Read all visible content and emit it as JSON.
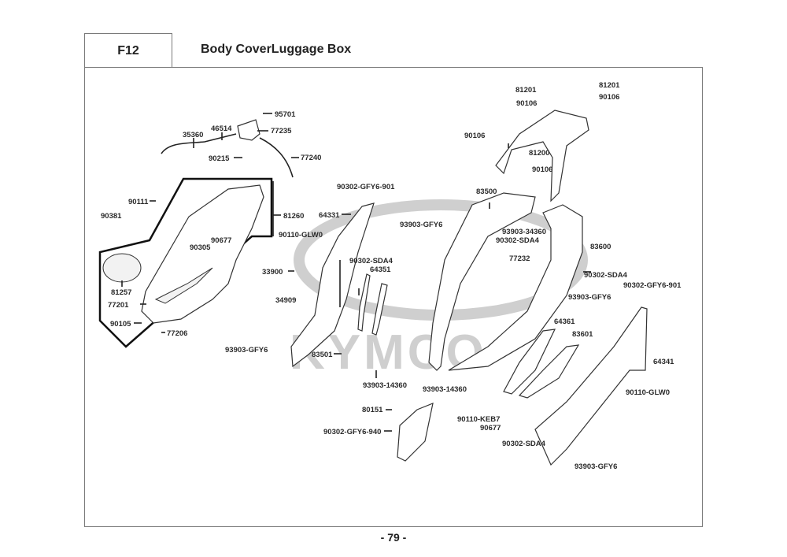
{
  "header": {
    "section_code": "F12",
    "title": "Body CoverLuggage Box"
  },
  "watermark": {
    "text": "KYMCO"
  },
  "footer": {
    "page_number": "- 79 -"
  },
  "parts": {
    "p95701": "95701",
    "p46514": "46514",
    "p77235": "77235",
    "p35360": "35360",
    "p90215": "90215",
    "p77240": "77240",
    "p90111": "90111",
    "p90381": "90381",
    "p81260": "81260",
    "p90677a": "90677",
    "p90305": "90305",
    "p81257": "81257",
    "p77201": "77201",
    "p90105": "90105",
    "p77206": "77206",
    "p90302gfy6901a": "90302-GFY6-901",
    "p64331": "64331",
    "p90110glw0a": "90110-GLW0",
    "p33900": "33900",
    "p34909": "34909",
    "p90302sda4a": "90302-SDA4",
    "p64351": "64351",
    "p93903gfy6a": "93903-GFY6",
    "p83501": "83501",
    "p93903_14360a": "93903-14360",
    "p80151": "80151",
    "p90302gfy6940": "90302-GFY6-940",
    "p81201a": "81201",
    "p81201b": "81201",
    "p90106a": "90106",
    "p90106b": "90106",
    "p90106c": "90106",
    "p90106d": "90106",
    "p81200": "81200",
    "p83500": "83500",
    "p93903gfy6b": "93903-GFY6",
    "p93903_34360": "93903-34360",
    "p90302sda4b": "90302-SDA4",
    "p77232": "77232",
    "p83600": "83600",
    "p90302sda4c": "90302-SDA4",
    "p93903gfy6c": "93903-GFY6",
    "p90302gfy6901b": "90302-GFY6-901",
    "p64361": "64361",
    "p83601": "83601",
    "p64341": "64341",
    "p93903_14360b": "93903-14360",
    "p90110glw0b": "90110-GLW0",
    "p90110keb7": "90110-KEB7",
    "p90677b": "90677",
    "p90302sda4d": "90302-SDA4",
    "p93903gfy6d": "93903-GFY6"
  }
}
